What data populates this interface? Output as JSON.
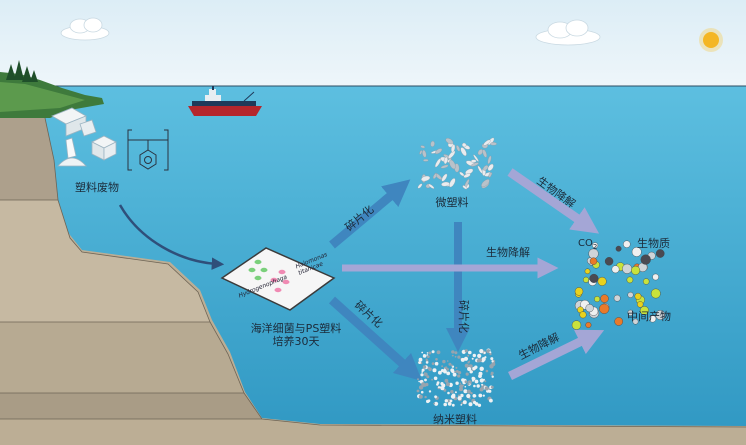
{
  "labels": {
    "plastic_waste": "塑料废物",
    "culture_line1": "海洋细菌与PS塑料",
    "culture_line2": "培养30天",
    "bacteria_name_a_1": "Hydrogenophaga",
    "bacteria_name_a_2": "",
    "bacteria_name_b_1": "Halomonas",
    "bacteria_name_b_2": "titanicae",
    "fragment_upper": "碎片化",
    "fragment_lower": "碎片化",
    "fragment_vertical": "碎片化",
    "microplastic": "微塑料",
    "nanoplastic": "纳米塑料",
    "biodeg_upper": "生物降解",
    "biodeg_middle": "生物降解",
    "biodeg_lower": "生物降解",
    "co2_main": "CO",
    "co2_sub": "2",
    "biomass": "生物质",
    "intermediate": "中间产物"
  },
  "colors": {
    "sky": "#e4f1f8",
    "sea": "#4fb2d6",
    "arrow_blue": "#3f86bf",
    "arrow_purple": "#a4a6d6",
    "seabed": "#b8ab93"
  }
}
